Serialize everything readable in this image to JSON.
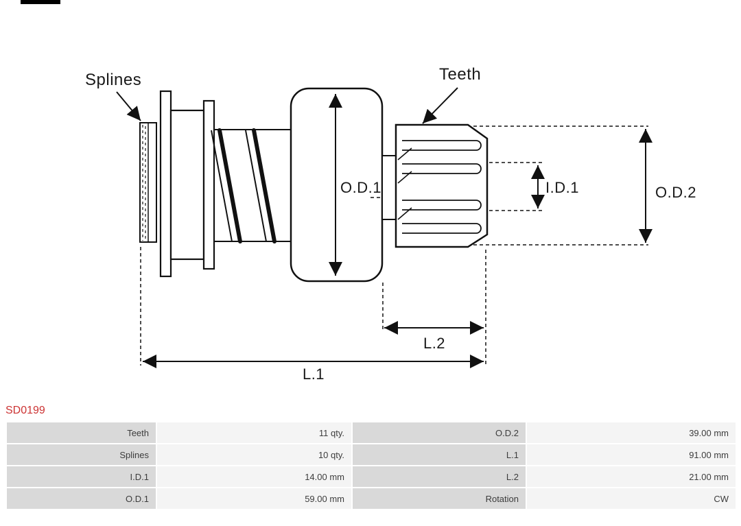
{
  "product": {
    "code": "SD0199"
  },
  "colors": {
    "accent_red": "#cc3333",
    "table_label_bg": "#d9d9d9",
    "table_value_bg": "#f4f4f4",
    "drawing_line": "#111111"
  },
  "diagram": {
    "labels": {
      "splines": "Splines",
      "teeth": "Teeth",
      "od1": "O.D.1",
      "id1": "I.D.1",
      "od2": "O.D.2",
      "l1": "L.1",
      "l2": "L.2"
    }
  },
  "spec_table": {
    "rows": [
      {
        "l1": "Teeth",
        "v1": "11 qty.",
        "l2": "O.D.2",
        "v2": "39.00 mm"
      },
      {
        "l1": "Splines",
        "v1": "10 qty.",
        "l2": "L.1",
        "v2": "91.00 mm"
      },
      {
        "l1": "I.D.1",
        "v1": "14.00 mm",
        "l2": "L.2",
        "v2": "21.00 mm"
      },
      {
        "l1": "O.D.1",
        "v1": "59.00 mm",
        "l2": "Rotation",
        "v2": "CW"
      }
    ]
  }
}
